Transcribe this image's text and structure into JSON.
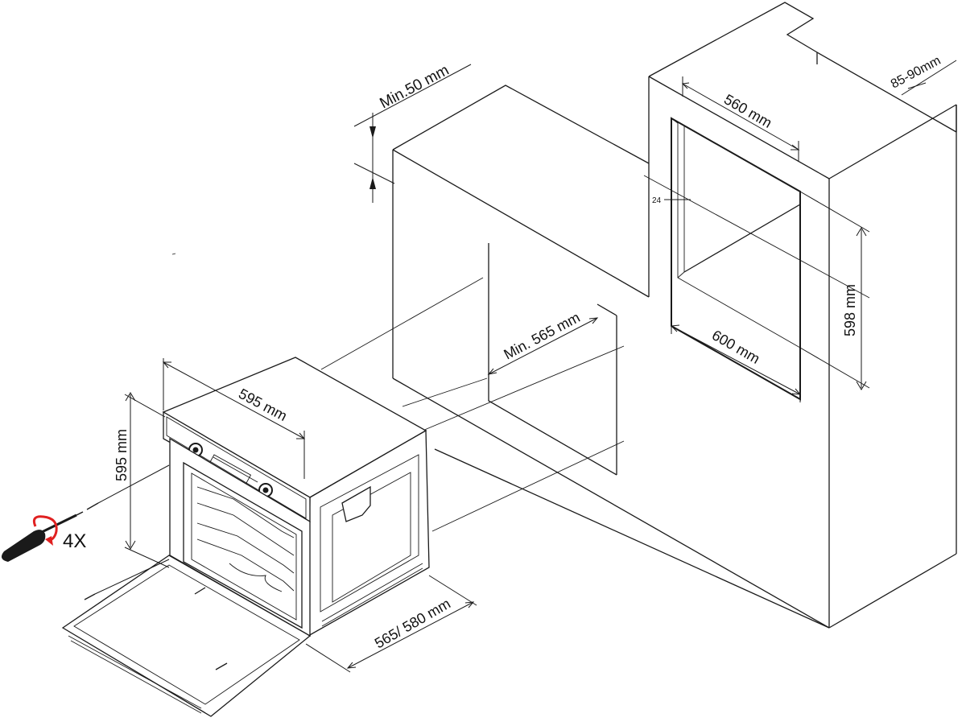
{
  "dimensions": {
    "min_top_gap": "Min.50 mm",
    "rear_gap": "85-90mm",
    "niche_inner_width": "560 mm",
    "side_mark": "24",
    "niche_height": "598 mm",
    "niche_width": "600 mm",
    "min_depth": "Min. 565 mm",
    "oven_width": "595 mm",
    "oven_height": "595 mm",
    "oven_depth": "565/ 580 mm"
  },
  "screw_count": "4X",
  "icons": [
    "screwdriver-icon",
    "rotate-arrow-icon",
    "screw-icon"
  ],
  "colors": {
    "line": "#1a1a1a",
    "background": "#ffffff",
    "accent": "#e02020"
  }
}
